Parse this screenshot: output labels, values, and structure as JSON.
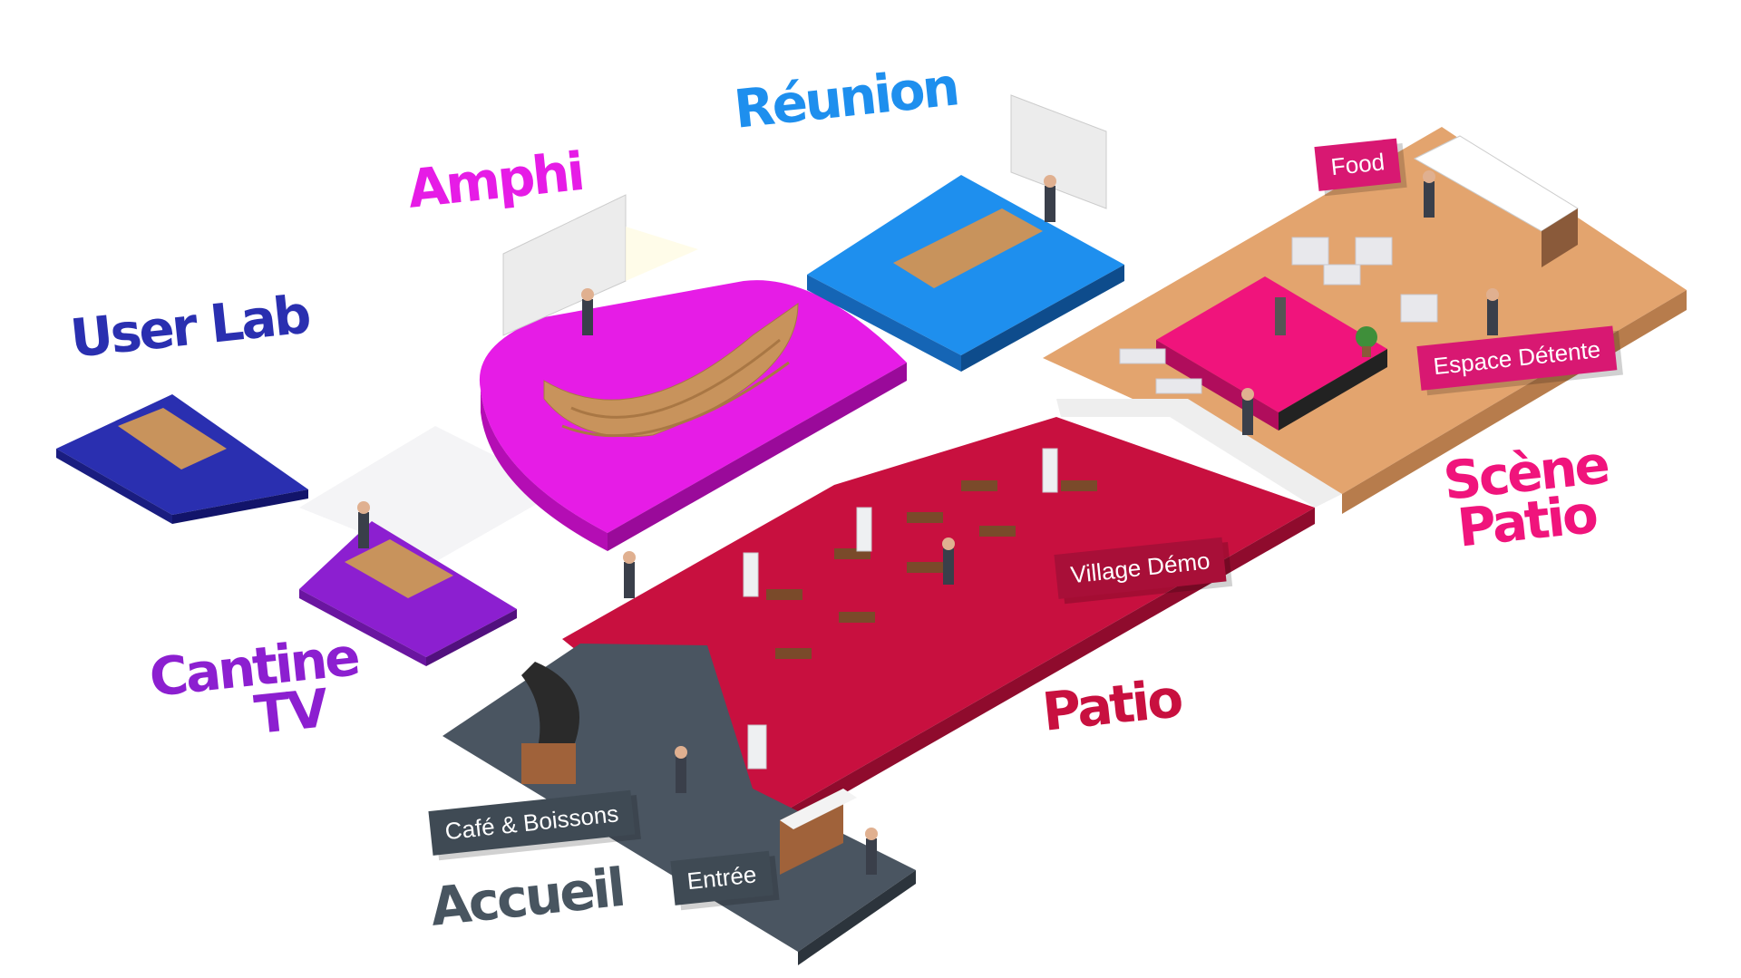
{
  "zones": {
    "user_lab": {
      "label": "User Lab",
      "color": "#2a2fb0"
    },
    "cantine_tv": {
      "label_line1": "Cantine",
      "label_line2": "TV",
      "color": "#8c1fd0"
    },
    "amphi": {
      "label": "Amphi",
      "color": "#e61ce6"
    },
    "reunion": {
      "label": "Réunion",
      "color": "#1e8fee"
    },
    "scene_patio": {
      "label_line1": "Scène",
      "label_line2": "Patio",
      "color": "#f0147c"
    },
    "patio": {
      "label": "Patio",
      "color": "#c8103f"
    },
    "accueil": {
      "label": "Accueil",
      "color": "#485560"
    }
  },
  "tags": {
    "food": {
      "label": "Food",
      "color": "#d81872"
    },
    "espace_detente": {
      "label": "Espace Détente",
      "color": "#d81872"
    },
    "village_demo": {
      "label": "Village Démo",
      "color": "#a80f38"
    },
    "cafe_boissons": {
      "label": "Café & Boissons",
      "color": "#3f4a54"
    },
    "entree": {
      "label": "Entrée",
      "color": "#3f4a54"
    }
  },
  "floors": {
    "patio_floor": "#c8103f",
    "accueil_floor": "#4a5561",
    "wood_floor": "#e3a46e",
    "amphi_floor": "#e61ce6",
    "reunion_floor": "#1e8fee",
    "user_lab_floor": "#2a2fb0",
    "cantine_floor": "#8c1fd0",
    "stage": "#f0147c"
  }
}
